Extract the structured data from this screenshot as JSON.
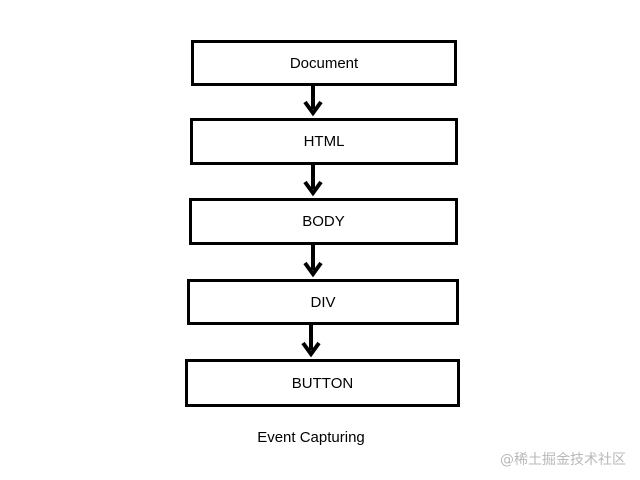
{
  "diagram": {
    "nodes": [
      {
        "id": "document",
        "label": "Document"
      },
      {
        "id": "html",
        "label": "HTML"
      },
      {
        "id": "body",
        "label": "BODY"
      },
      {
        "id": "div",
        "label": "DIV"
      },
      {
        "id": "button",
        "label": "BUTTON"
      }
    ],
    "edges": [
      {
        "from": "document",
        "to": "html"
      },
      {
        "from": "html",
        "to": "body"
      },
      {
        "from": "body",
        "to": "div"
      },
      {
        "from": "div",
        "to": "button"
      }
    ],
    "caption": "Event Capturing",
    "line_color": "#000000"
  },
  "watermark": {
    "text": "@稀土掘金技术社区"
  }
}
